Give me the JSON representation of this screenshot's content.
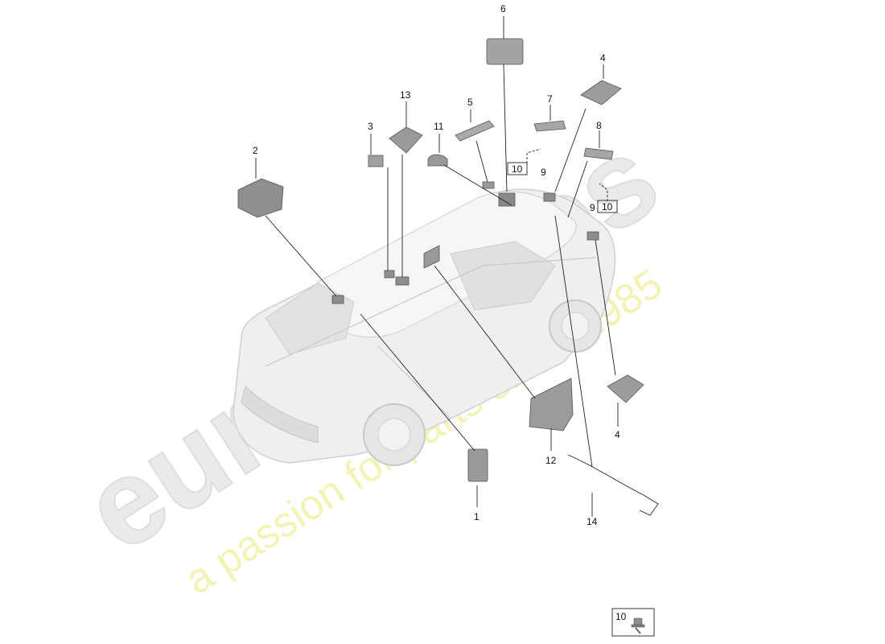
{
  "watermark": {
    "brand": "eurospares",
    "tagline": "a passion for parts since 1985"
  },
  "callouts": {
    "c1": "1",
    "c2": "2",
    "c3": "3",
    "c4a": "4",
    "c4b": "4",
    "c5": "5",
    "c6": "6",
    "c7": "7",
    "c8": "8",
    "c9a": "9",
    "c9b": "9",
    "c10a": "10",
    "c10b": "10",
    "c11": "11",
    "c12": "12",
    "c13": "13",
    "c14": "14"
  },
  "legend": {
    "part_number": "10"
  },
  "colors": {
    "watermark_brand": "#e8e8e8",
    "watermark_tagline": "#f1f2b0",
    "part_fill": "#9a9a9a",
    "car_body": "#ececec"
  }
}
